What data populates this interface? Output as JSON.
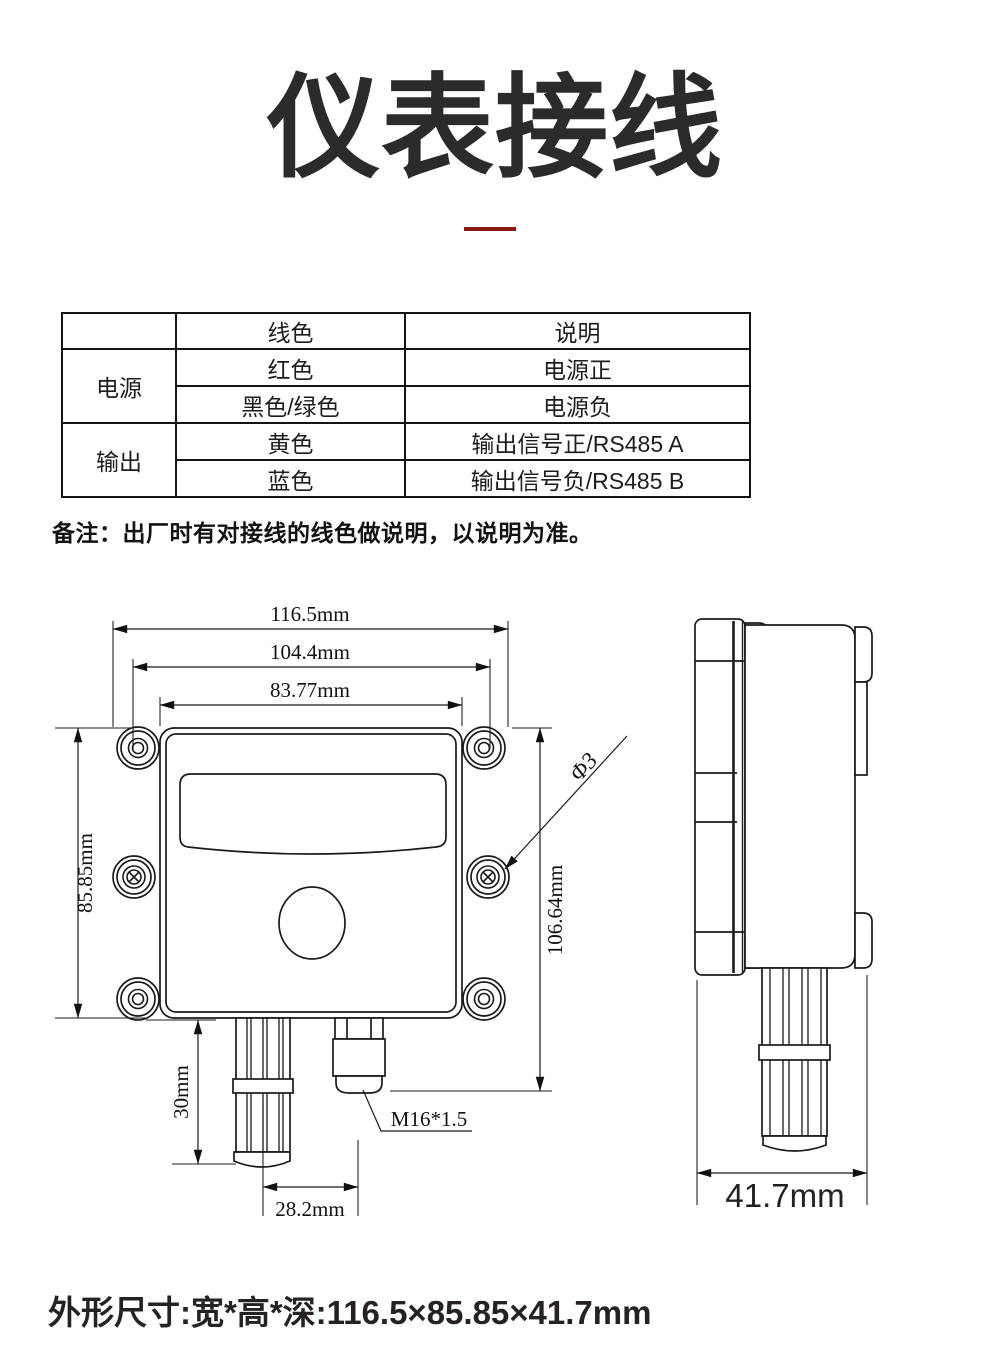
{
  "title": "仪表接线",
  "wiring_table": {
    "headers": [
      "",
      "线色",
      "说明"
    ],
    "groups": [
      {
        "label": "电源",
        "rows": [
          {
            "color": "红色",
            "desc": "电源正"
          },
          {
            "color": "黑色/绿色",
            "desc": "电源负"
          }
        ]
      },
      {
        "label": "输出",
        "rows": [
          {
            "color": "黄色",
            "desc": "输出信号正/RS485 A"
          },
          {
            "color": "蓝色",
            "desc": "输出信号负/RS485 B"
          }
        ]
      }
    ]
  },
  "note": "备注：出厂时有对接线的线色做说明，以说明为准。",
  "drawing": {
    "front_view": {
      "dim_width_overall": "116.5mm",
      "dim_width_mounting": "104.4mm",
      "dim_width_body": "83.77mm",
      "dim_height_body": "85.85mm",
      "dim_height_overall": "106.64mm",
      "dim_probe_length": "30mm",
      "dim_probe_offset": "28.2mm",
      "label_gland_thread": "M16*1.5",
      "label_mount_hole_dia": "Φ3"
    },
    "side_view": {
      "dim_depth": "41.7mm"
    }
  },
  "footer": "外形尺寸:宽*高*深:116.5×85.85×41.7mm",
  "colors": {
    "ink": "#1c1a19",
    "accent_red": "#8b1a12"
  }
}
